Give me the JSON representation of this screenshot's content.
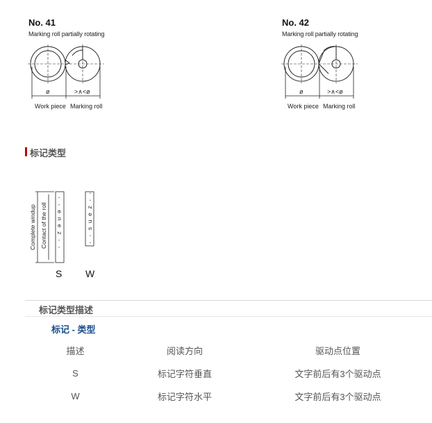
{
  "figures": [
    {
      "number": "No. 41",
      "subtitle": "Marking roll partially rotating",
      "symbol_left": "ø",
      "symbol_right": ">∧<ø",
      "label_left": "Work piece",
      "label_right": "Marking roll"
    },
    {
      "number": "No. 42",
      "subtitle": "Marking roll partially rotating",
      "symbol_left": "ø",
      "symbol_right": ">∧<ø",
      "label_left": "Work piece",
      "label_right": "Marking roll"
    }
  ],
  "section_title": "标记类型",
  "marking_diagram": {
    "label_complete": "Complete windup",
    "label_contact": "Contact of the roll",
    "strip_s_text": "· · e n e z · ·",
    "strip_w_text": "· · s u e z · ·",
    "letter_s": "S",
    "letter_w": "W"
  },
  "description_title": "标记类型描述",
  "subsection_title": "标记 - 类型",
  "table": {
    "headers": [
      "描述",
      "阅读方向",
      "驱动点位置"
    ],
    "rows": [
      [
        "S",
        "标记字符垂直",
        "文字前后有3个驱动点"
      ],
      [
        "W",
        "标记字符水平",
        "文字前后有3个驱动点"
      ]
    ]
  }
}
